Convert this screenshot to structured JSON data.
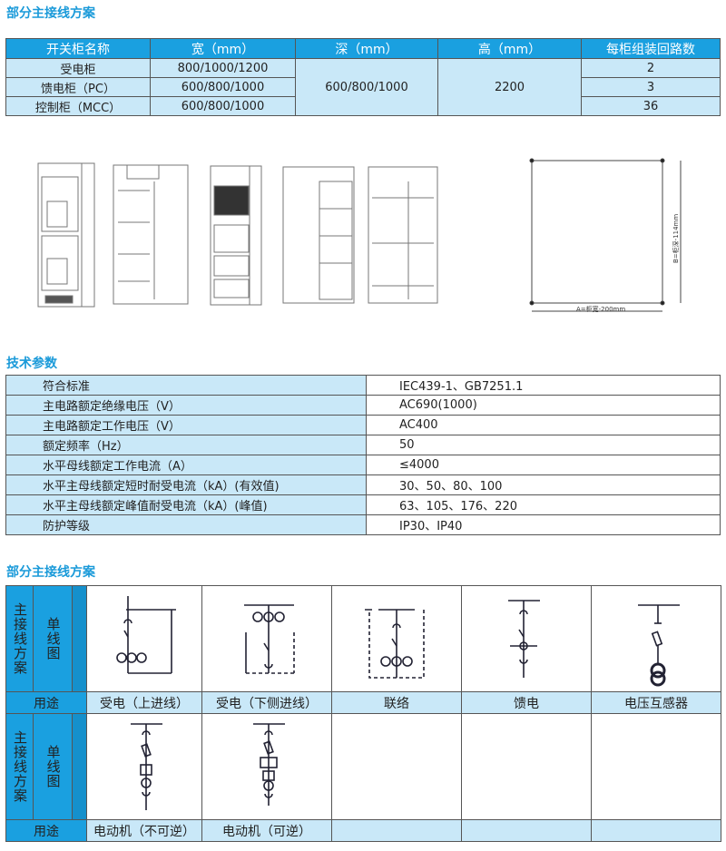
{
  "section1_title": "部分主接线方案",
  "spec_table": {
    "headers": [
      "开关柜名称",
      "宽（mm）",
      "深（mm）",
      "高（mm）",
      "每柜组装回路数"
    ],
    "rows": [
      {
        "name": "受电柜",
        "width": "800/1000/1200",
        "circuits": "2"
      },
      {
        "name": "馈电柜（PC）",
        "width": "600/800/1000",
        "circuits": "3"
      },
      {
        "name": "控制柜（MCC）",
        "width": "600/800/1000",
        "circuits": "36"
      }
    ],
    "depth": "600/800/1000",
    "height": "2200"
  },
  "foundation_diagram": {
    "label_a": "A=柜宽-200mm",
    "label_b": "B=柜深-114mm"
  },
  "section2_title": "技术参数",
  "tech_params": [
    {
      "key": "符合标准",
      "value": "IEC439-1、GB7251.1"
    },
    {
      "key": "主电路额定绝缘电压（V）",
      "value": "AC690(1000)"
    },
    {
      "key": "主电路额定工作电压（V）",
      "value": "AC400"
    },
    {
      "key": "额定频率（Hz）",
      "value": "50"
    },
    {
      "key": "水平母线额定工作电流（A）",
      "value": "≤4000"
    },
    {
      "key": "水平主母线额定短时耐受电流（kA）(有效值)",
      "value": "30、50、80、100"
    },
    {
      "key": "水平主母线额定峰值耐受电流（kA）(峰值)",
      "value": "63、105、176、220"
    },
    {
      "key": "防护等级",
      "value": "IP30、IP40"
    }
  ],
  "section3_title": "部分主接线方案",
  "schemes": {
    "side_label": "主接线方案",
    "diagram_label": "单线图",
    "use_label": "用途",
    "row1": [
      "受电（上进线）",
      "受电（下侧进线）",
      "联络",
      "馈电",
      "电压互感器"
    ],
    "row2": [
      "电动机（不可逆）",
      "电动机（可逆）",
      "",
      "",
      ""
    ]
  }
}
